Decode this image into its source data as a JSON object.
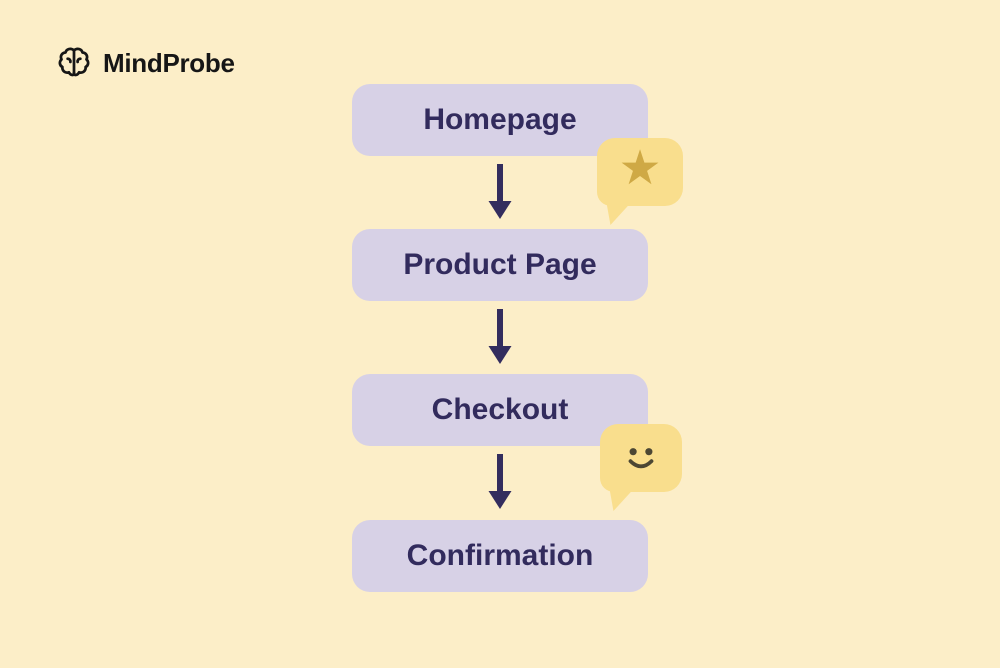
{
  "canvas": {
    "background_color": "#FCEEC8"
  },
  "logo": {
    "text": "MindProbe",
    "icon": "brain-icon",
    "text_color": "#161616"
  },
  "flow": {
    "box_color": "#D7D1E6",
    "label_color": "#322B5D",
    "arrow_color": "#332D5E",
    "steps": [
      {
        "label": "Homepage"
      },
      {
        "label": "Product Page"
      },
      {
        "label": "Checkout"
      },
      {
        "label": "Confirmation"
      }
    ]
  },
  "callouts": [
    {
      "icon": "star-icon",
      "glyph": "★",
      "bubble_color": "#F9DE8D",
      "icon_color": "#CFA945"
    },
    {
      "icon": "smiley-icon",
      "bubble_color": "#F9DE8D",
      "icon_color": "#4C4733"
    }
  ]
}
